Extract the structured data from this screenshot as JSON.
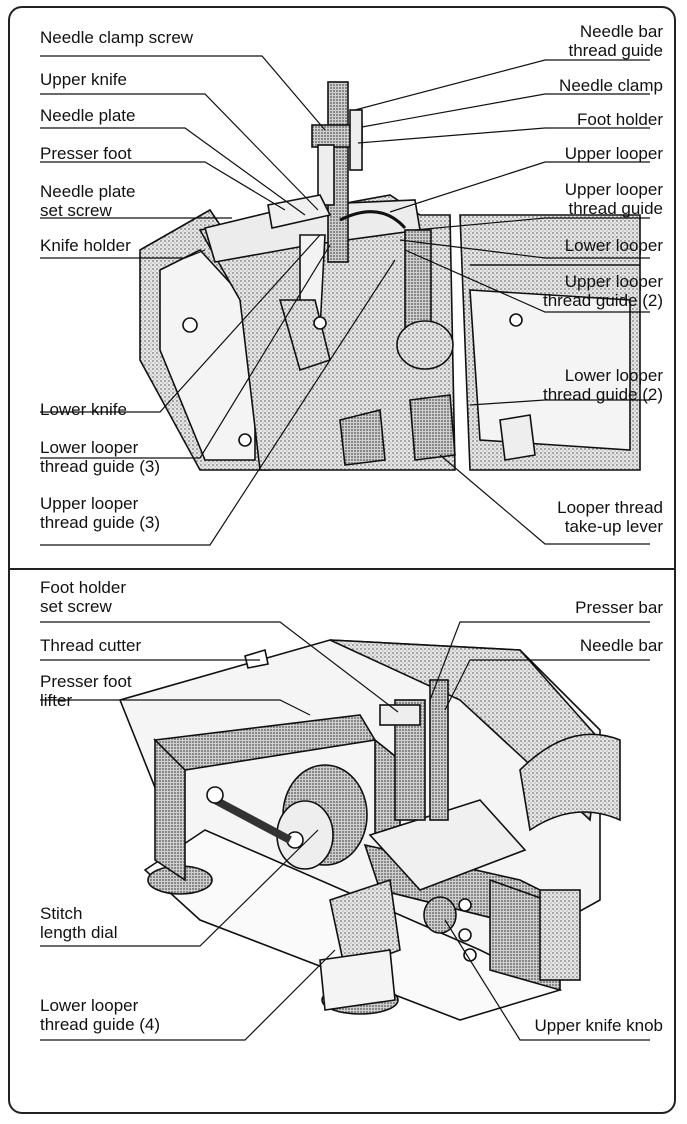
{
  "diagram": {
    "top_panel": {
      "labels_left": [
        "Needle clamp screw",
        "Upper knife",
        "Needle plate",
        "Presser foot",
        "Needle plate\nset screw",
        "Knife holder",
        "Lower knife",
        "Lower looper\nthread guide (3)",
        "Upper looper\nthread guide (3)"
      ],
      "labels_right": [
        "Needle bar\nthread guide",
        "Needle clamp",
        "Foot holder",
        "Upper looper",
        "Upper looper\nthread guide",
        "Lower looper",
        "Upper looper\nthread guide (2)",
        "Lower looper\nthread guide (2)",
        "Looper thread\ntake-up lever"
      ]
    },
    "bottom_panel": {
      "labels_left": [
        "Foot holder\nset screw",
        "Thread cutter",
        "Presser foot\nlifter",
        "Stitch\nlength dial",
        "Lower looper\nthread guide (4)"
      ],
      "labels_right": [
        "Presser bar",
        "Needle bar",
        "Upper knife knob"
      ]
    }
  }
}
